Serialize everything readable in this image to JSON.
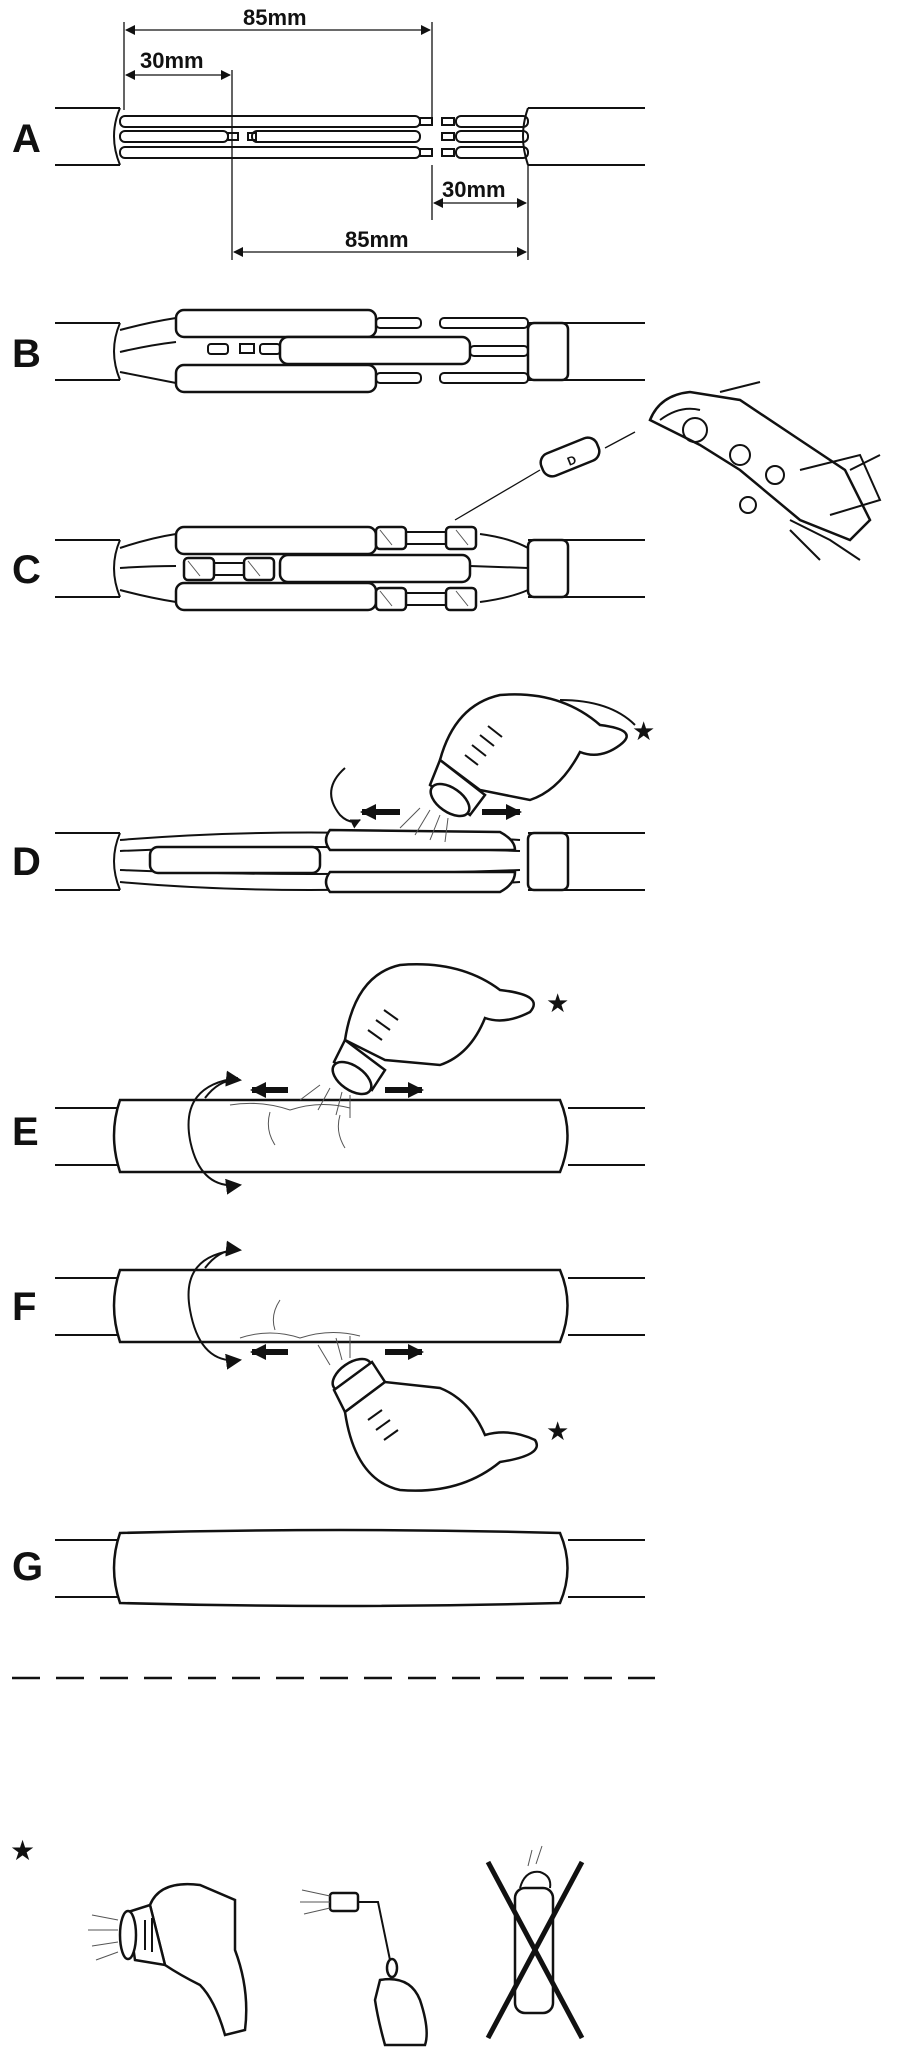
{
  "steps": {
    "a": "A",
    "b": "B",
    "c": "C",
    "d": "D",
    "e": "E",
    "f": "F",
    "g": "G"
  },
  "dimensions": {
    "top_total": "85mm",
    "top_short": "30mm",
    "bottom_short": "30mm",
    "bottom_total": "85mm"
  },
  "marks": {
    "star": "★"
  },
  "icons": {
    "heat_gun": "heat-gun-icon",
    "gas_torch": "gas-torch-icon",
    "lighter_forbidden": "lighter-crossed-out-icon",
    "crimp_tool": "crimping-tool-icon",
    "rotate": "rotate-arrow-icon"
  },
  "colors": {
    "ink": "#111111",
    "paper": "#ffffff"
  }
}
